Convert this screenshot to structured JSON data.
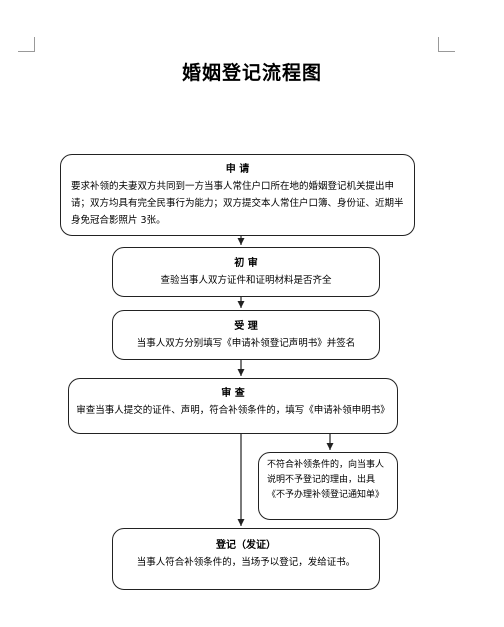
{
  "title": "婚姻登记流程图",
  "steps": {
    "apply": {
      "head": "申 请",
      "body": "要求补领的夫妻双方共同到一方当事人常住户口所在地的婚姻登记机关提出申请；双方均具有完全民事行为能力；双方提交本人常住户口簿、身份证、近期半身免冠合影照片 3张。"
    },
    "first_review": {
      "head": "初 审",
      "body": "查验当事人双方证件和证明材料是否齐全"
    },
    "accept": {
      "head": "受 理",
      "body": "当事人双方分别填写《申请补领登记声明书》并签名"
    },
    "review": {
      "head": "审 查",
      "body": "审查当事人提交的证件、声明，符合补领条件的，填写《申请补领申明书》"
    },
    "reject": {
      "body": "不符合补领条件的，向当事人说明不予登记的理由，出具《不予办理补领登记通知单》"
    },
    "register": {
      "head": "登记（发证）",
      "body": "当事人符合补领条件的，当场予以登记，发给证书。"
    }
  }
}
